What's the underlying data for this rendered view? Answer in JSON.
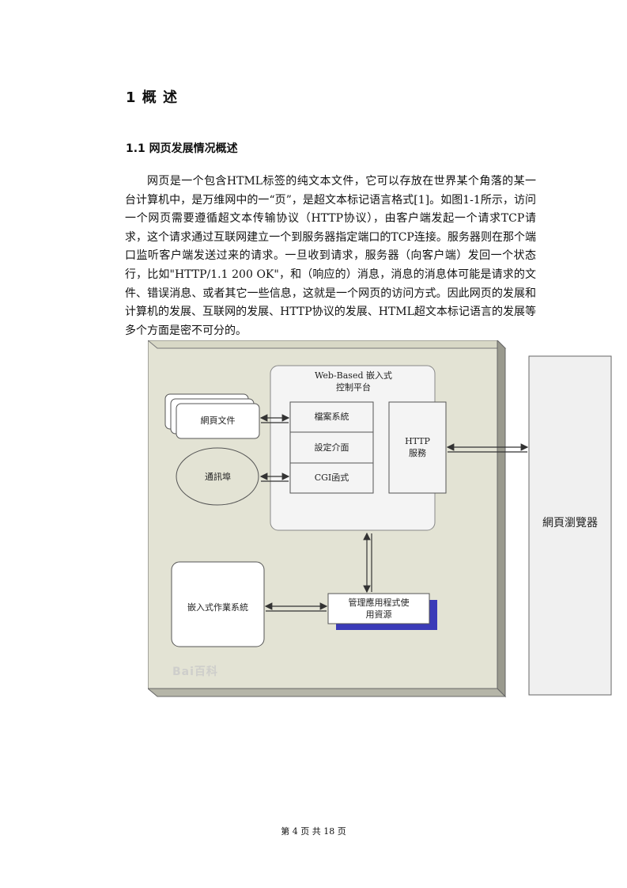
{
  "heading1": "1 概  述",
  "heading2": "1.1 网页发展情况概述",
  "paragraph": "网页是一个包含HTML标签的纯文本文件，它可以存放在世界某个角落的某一台计算机中，是万维网中的一“页”，是超文本标记语言格式[1]。如图1-1所示，访问一个网页需要遵循超文本传输协议（HTTP协议），由客户端发起一个请求TCP请求，这个请求通过互联网建立一个到服务器指定端口的TCP连接。服务器则在那个端口监听客户端发送过来的请求。一旦收到请求，服务器（向客户端）发回一个状态行，比如\"HTTP/1.1 200 OK\"，和（响应的）消息，消息的消息体可能是请求的文件、错误消息、或者其它一些信息，这就是一个网页的访问方式。因此网页的发展和计算机的发展、互联网的发展、HTTP协议的发展、HTML超文本标记语言的发展等多个方面是密不可分的。",
  "diagram": {
    "platform_title": "Web-Based 嵌入式\n控制平台",
    "web_files": "網頁文件",
    "comm_port": "通訊埠",
    "file_system": "檔案系統",
    "settings_ui": "設定介面",
    "cgi": "CGI函式",
    "http_service": "HTTP\n服務",
    "browser": "網頁瀏覽器",
    "embedded_os": "嵌入式作業系統",
    "app_resource": "管理應用程式使\n用資源",
    "watermark": "Bai百科"
  },
  "footer": "第 4 页 共 18 页"
}
